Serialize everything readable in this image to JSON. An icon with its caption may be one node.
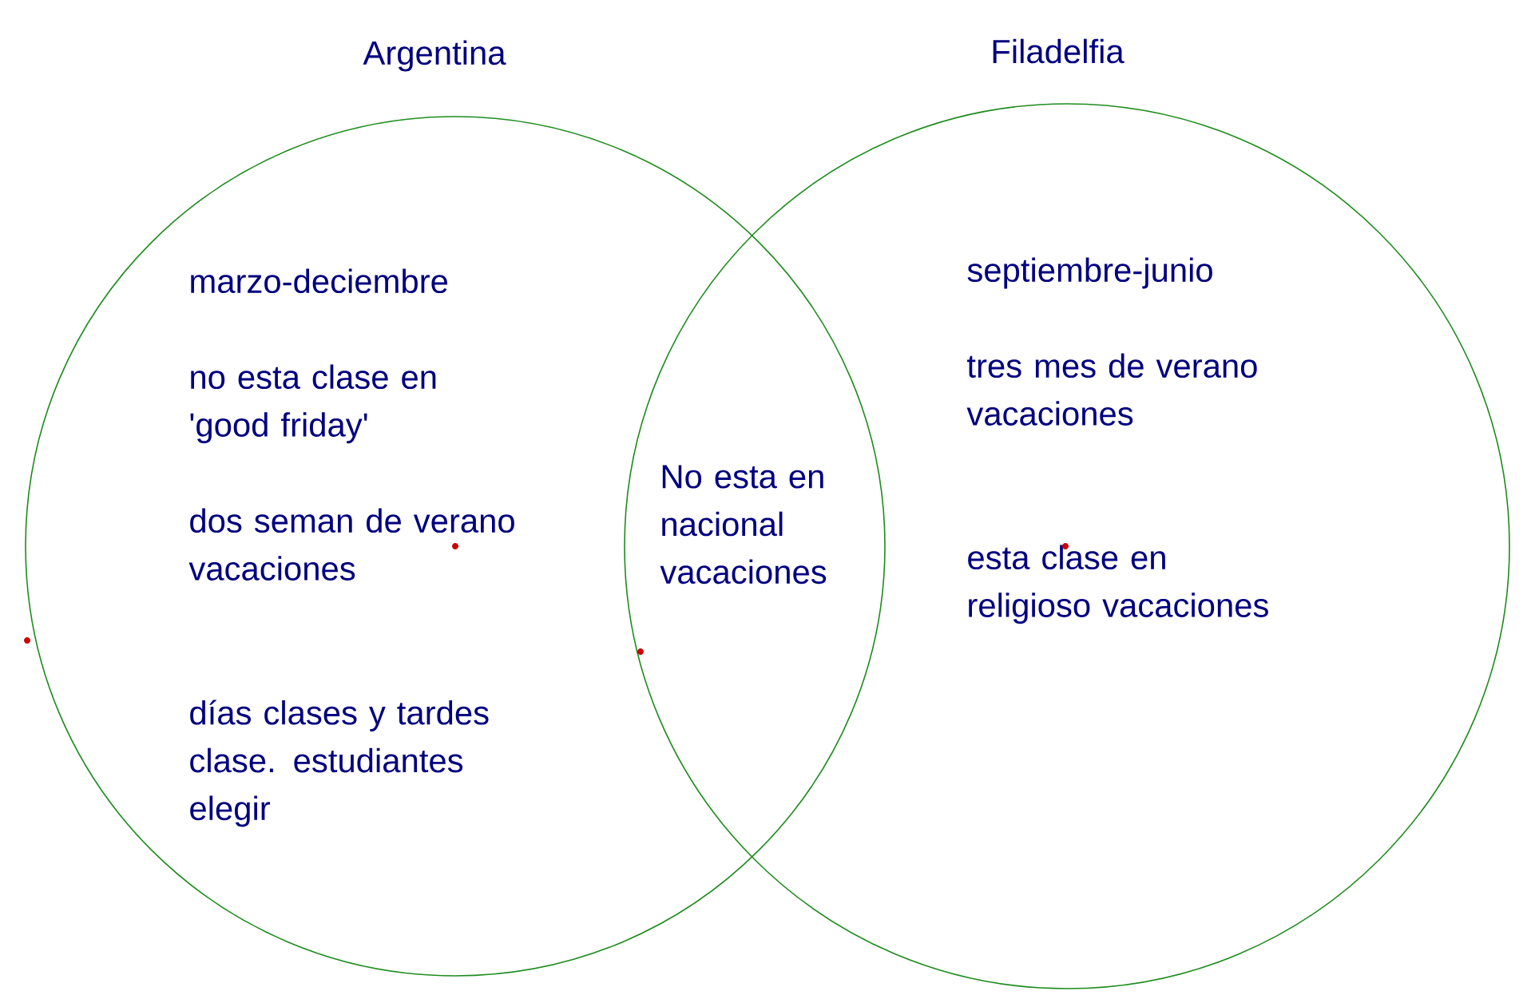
{
  "diagram": {
    "nodes": [
      {
        "text": [
          "Argentina",
          "marzo-deciembre",
          "no esta clase en 'good friday'",
          "dos seman de verano vacaciones",
          "días clases y tardes clase. estudiantes elegir"
        ]
      },
      {
        "text": [
          "Filadelfia",
          "septiembre-junio",
          "tres mes de verano vacaciones",
          "esta clase en religioso vacaciones"
        ]
      }
    ],
    "labels": [
      "No esta en nacional vacaciones"
    ]
  }
}
